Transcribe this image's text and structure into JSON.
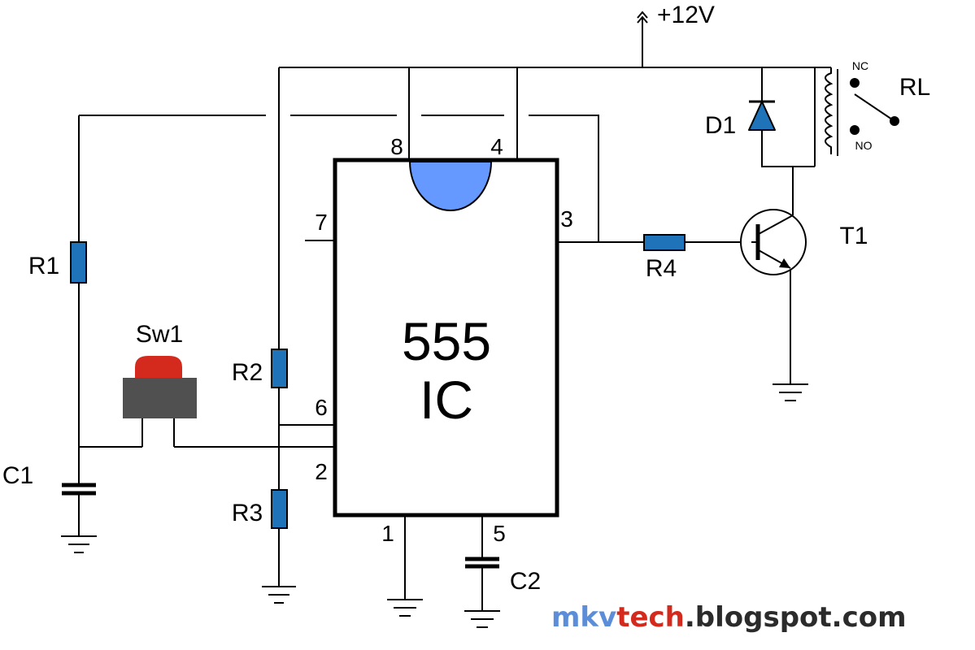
{
  "supply": {
    "label": "+12V"
  },
  "ic": {
    "line1": "555",
    "line2": "IC",
    "pins": {
      "p8": "8",
      "p4": "4",
      "p7": "7",
      "p3": "3",
      "p6": "6",
      "p2": "2",
      "p1": "1",
      "p5": "5"
    }
  },
  "components": {
    "r1": "R1",
    "r2": "R2",
    "r3": "R3",
    "r4": "R4",
    "c1": "C1",
    "c2": "C2",
    "sw1": "Sw1",
    "d1": "D1",
    "t1": "T1",
    "rl": "RL",
    "nc": "NC",
    "no": "NO"
  },
  "watermark": {
    "part1": "mkv",
    "part2": "tech",
    "part3": ".blogspot.com"
  },
  "colors": {
    "component_blue": "#1f73b8",
    "ic_notch": "#6699ff",
    "switch_cap": "#d42a1e",
    "switch_body": "#505050",
    "watermark_blue": "#5b8dd9",
    "watermark_red": "#d42a1e",
    "watermark_dark": "#2b2b2b"
  }
}
